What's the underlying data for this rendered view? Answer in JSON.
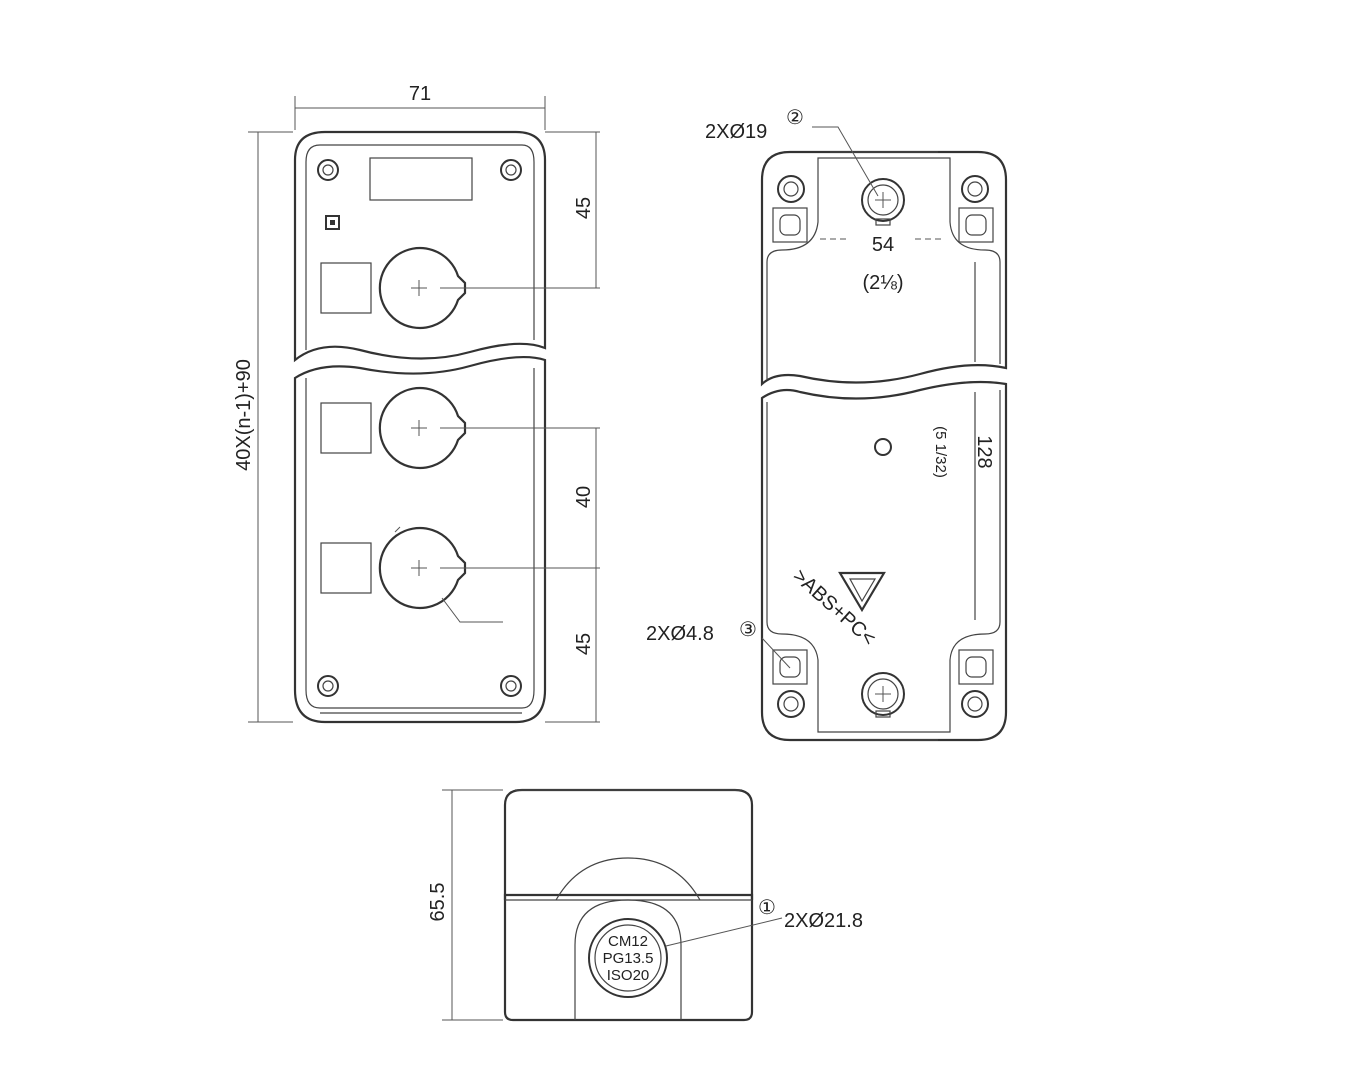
{
  "front_view": {
    "width_label": "71",
    "height_label": "40X(n-1)+90",
    "top_spacing_label": "45",
    "pitch_label": "40",
    "bottom_spacing_label": "45"
  },
  "back_view": {
    "hole_19_label": "2XØ19",
    "hole_19_marker": "②",
    "spacing_mm": "54",
    "spacing_in": "(2⅛)",
    "length_mm": "128",
    "length_in": "(5 1/32)",
    "material_label": ">ABS+PC<",
    "hole_48_label": "2XØ4.8",
    "hole_48_marker": "③"
  },
  "side_view": {
    "height_label": "65.5",
    "entry_label": "2XØ21.8",
    "entry_marker": "①",
    "gland_line1": "CM12",
    "gland_line2": "PG13.5",
    "gland_line3": "ISO20"
  }
}
